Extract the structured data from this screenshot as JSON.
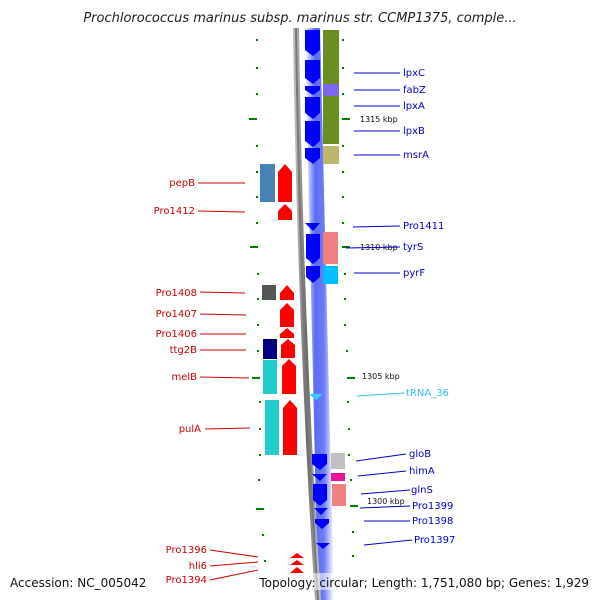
{
  "title": "Prochlorococcus marinus subsp. marinus str. CCMP1375, comple...",
  "footer": {
    "accession": "Accession: NC_005042",
    "summary": "Topology: circular; Length: 1,751,080 bp; Genes: 1,929"
  },
  "scale_labels": [
    "1315 kbp",
    "1310 kbp",
    "1305 kbp",
    "1300 kbp"
  ],
  "colors": {
    "forward_gene": "#ff0000",
    "reverse_gene": "#0000ff",
    "rna_gene": "#33ccff",
    "forward_label": "#cc0000",
    "reverse_label": "#0000cc",
    "rna_label": "#33bbee",
    "backbone": "#999999",
    "tick": "#008000"
  },
  "genes_left": [
    {
      "name": "pepB"
    },
    {
      "name": "Pro1412"
    },
    {
      "name": "Pro1408"
    },
    {
      "name": "Pro1407"
    },
    {
      "name": "Pro1406"
    },
    {
      "name": "ttg2B"
    },
    {
      "name": "melB"
    },
    {
      "name": "pulA"
    },
    {
      "name": "Pro1396"
    },
    {
      "name": "hli6"
    },
    {
      "name": "Pro1394"
    }
  ],
  "genes_right": [
    {
      "name": "lpxC"
    },
    {
      "name": "fabZ"
    },
    {
      "name": "lpxA"
    },
    {
      "name": "lpxB"
    },
    {
      "name": "msrA"
    },
    {
      "name": "Pro1411"
    },
    {
      "name": "tyrS"
    },
    {
      "name": "pyrF"
    },
    {
      "name": "tRNA_36"
    },
    {
      "name": "gloB"
    },
    {
      "name": "himA"
    },
    {
      "name": "glnS"
    },
    {
      "name": "Pro1399"
    },
    {
      "name": "Pro1398"
    },
    {
      "name": "Pro1397"
    }
  ]
}
